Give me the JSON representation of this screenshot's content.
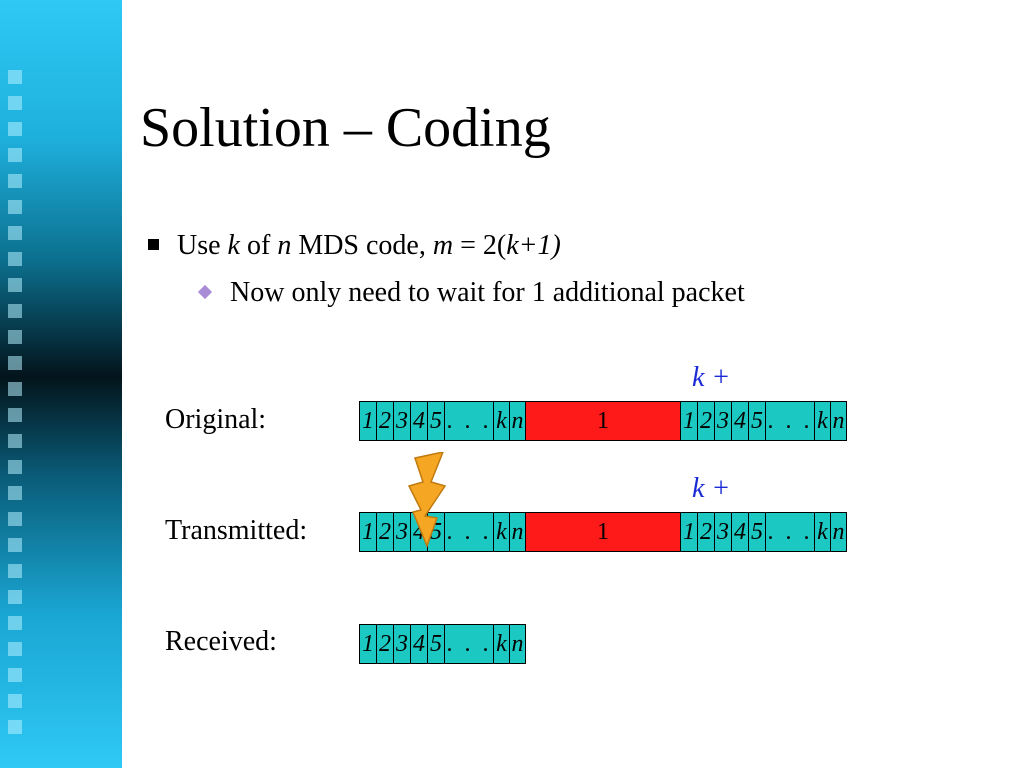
{
  "slide": {
    "title": "Solution – Coding",
    "bullet1": {
      "t1": "Use ",
      "k": "k",
      "t2": " of ",
      "n": "n",
      "t3": " MDS code, ",
      "m": "m",
      "t4": " = 2(",
      "k2": "k",
      "t5": "+1)"
    },
    "bullet2": "Now only need to wait for 1 additional packet",
    "kplus": "k +",
    "rows": {
      "original": "Original:",
      "transmitted": "Transmitted:",
      "received": "Received:"
    },
    "cells": {
      "c1": "1",
      "c2": "2",
      "c3": "3",
      "c4": "4",
      "c5": "5",
      "dots": ". . .",
      "k": "k",
      "n": "n",
      "red": "1"
    }
  },
  "colors": {
    "cell": "#1cc9c2",
    "red_block": "#ff1a1a",
    "kplus": "#1a2bd6",
    "bolt": "#f5a623"
  }
}
